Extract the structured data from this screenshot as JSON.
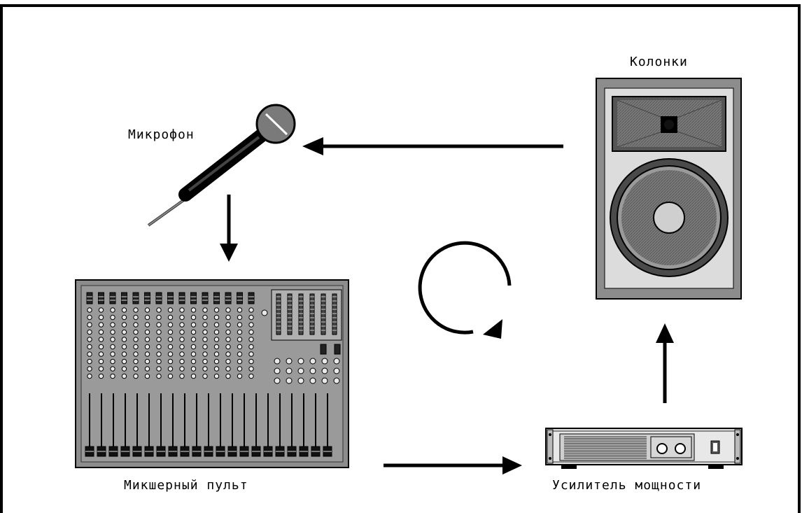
{
  "labels": {
    "microphone": "Микрофон",
    "speakers": "Колонки",
    "mixer": "Микшерный пульт",
    "amplifier": "Усилитель мощности"
  },
  "colors": {
    "frame": "#000000",
    "device_gray": "#8c8c8c",
    "panel_light": "#d9d9d9",
    "speaker_face": "#6e6e6e"
  },
  "icons": [
    "microphone-icon",
    "speaker-cabinet-icon",
    "mixing-console-icon",
    "power-amplifier-icon",
    "feedback-loop-icon"
  ]
}
